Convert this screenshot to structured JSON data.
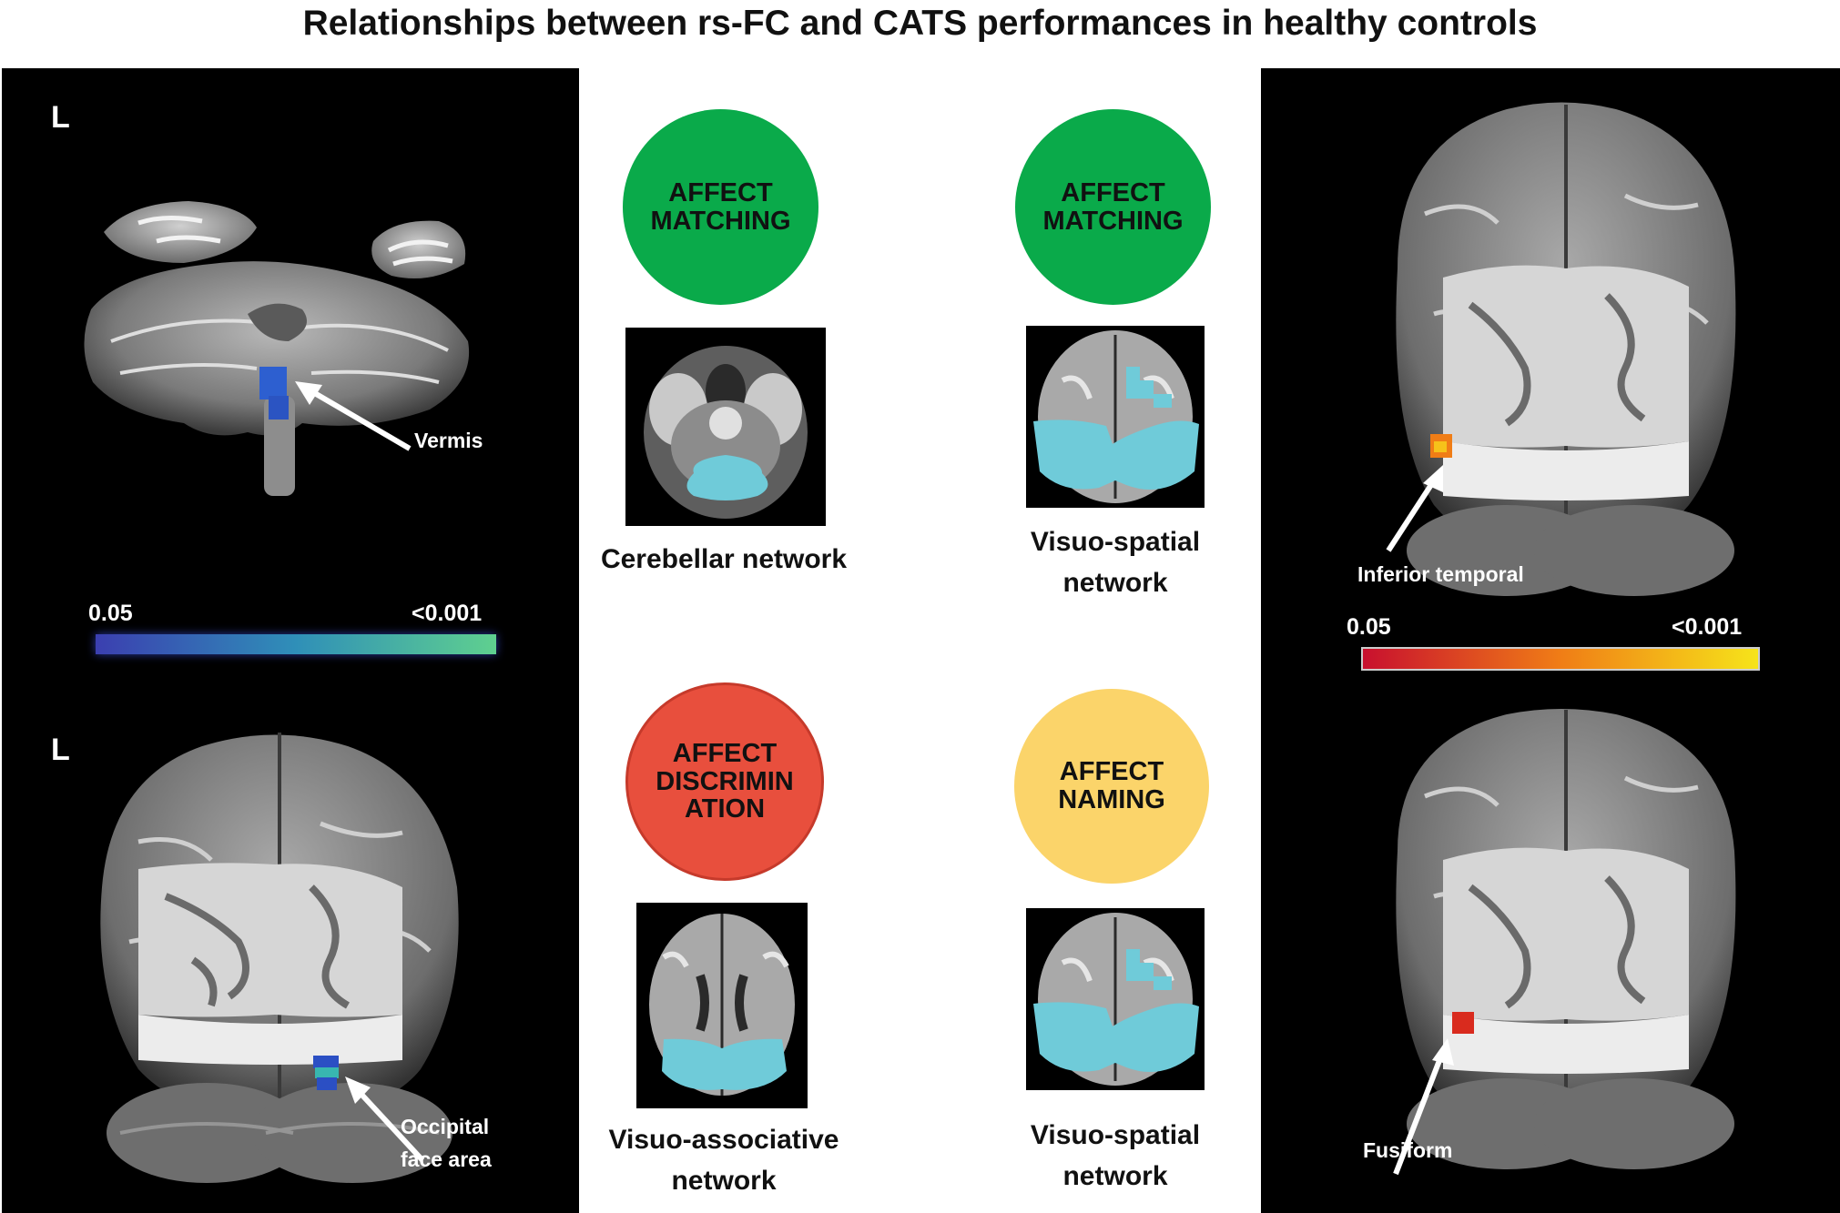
{
  "title": "Relationships between rs-FC and CATS performances in healthy controls",
  "left_panel": {
    "orientation_top": "L",
    "orientation_bottom": "L",
    "label_vermis": "Vermis",
    "label_ofa_line1": "Occipital",
    "label_ofa_line2": "face area",
    "colorbar": {
      "min": "0.05",
      "max": "<0.001",
      "colors": [
        "#3b3fb0",
        "#2f8fb8",
        "#5fd08f"
      ]
    }
  },
  "right_panel": {
    "label_inferior_temporal": "Inferior temporal",
    "label_fusiform": "Fusiform",
    "colorbar": {
      "min": "0.05",
      "max": "<0.001",
      "colors": [
        "#c8102e",
        "#f07d16",
        "#f6e41a"
      ]
    }
  },
  "center": {
    "items": [
      {
        "lines": [
          "AFFECT",
          "MATCHING"
        ],
        "color": "#0aaa4a",
        "network_lines": [
          "Cerebellar network"
        ]
      },
      {
        "lines": [
          "AFFECT",
          "MATCHING"
        ],
        "color": "#0aaa4a",
        "network_lines": [
          "Visuo-spatial",
          "network"
        ]
      },
      {
        "lines": [
          "AFFECT",
          "DISCRIMIN",
          "ATION"
        ],
        "color": "#e84f3d",
        "network_lines": [
          "Visuo-associative",
          "network"
        ]
      },
      {
        "lines": [
          "AFFECT",
          "NAMING"
        ],
        "color": "#fbd46a",
        "network_lines": [
          "Visuo-spatial",
          "network"
        ]
      }
    ]
  },
  "colors": {
    "network_overlay": "#6fcbd9",
    "panel_bg": "#000000"
  }
}
